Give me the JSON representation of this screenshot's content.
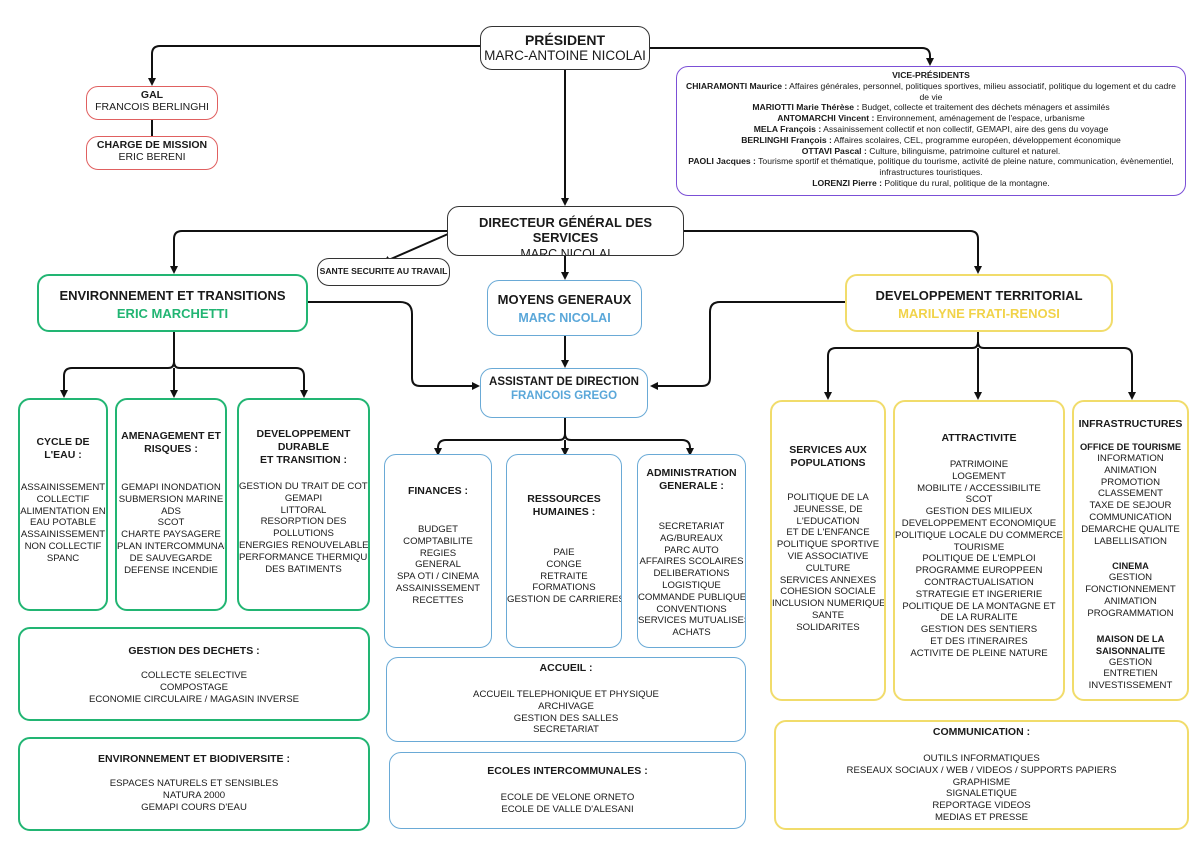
{
  "president": {
    "title": "PRÉSIDENT",
    "name": "MARC-ANTOINE NICOLAI"
  },
  "gal": {
    "title": "GAL",
    "name": "FRANCOIS BERLINGHI"
  },
  "charge": {
    "title": "CHARGE DE MISSION",
    "name": "ERIC BERENI"
  },
  "vp": {
    "title": "VICE-PRÉSIDENTS",
    "members": [
      {
        "name": "CHIARAMONTI Maurice :",
        "text": "Affaires générales, personnel, politiques sportives, milieu associatif, politique du logement et du cadre de vie"
      },
      {
        "name": "MARIOTTI Marie Thérèse :",
        "text": "Budget, collecte et traitement des déchets ménagers et assimilés"
      },
      {
        "name": "ANTOMARCHI Vincent :",
        "text": "Environnement, aménagement de l'espace, urbanisme"
      },
      {
        "name": "MELA François :",
        "text": "Assainissement collectif et non collectif, GEMAPI, aire des gens du voyage"
      },
      {
        "name": "BERLINGHI François :",
        "text": "Affaires scolaires, CEL, programme européen, développement économique"
      },
      {
        "name": "OTTAVI Pascal :",
        "text": "Culture, bilinguisme, patrimoine culturel et naturel."
      },
      {
        "name": "PAOLI Jacques :",
        "text": "Tourisme sportif et thématique, politique du tourisme, activité de pleine nature, communication, évènementiel, infrastructures touristiques."
      },
      {
        "name": "LORENZI Pierre :",
        "text": "Politique du rural, politique de la montagne."
      }
    ]
  },
  "dgs": {
    "title": "DIRECTEUR GÉNÉRAL DES SERVICES",
    "name": "MARC NICOLAI"
  },
  "sst": {
    "title": "SANTE SECURITE AU TRAVAIL"
  },
  "env": {
    "title": "ENVIRONNEMENT ET TRANSITIONS",
    "name": "ERIC MARCHETTI"
  },
  "moyens": {
    "title": "MOYENS GENERAUX",
    "name": "MARC NICOLAI"
  },
  "dev": {
    "title": "DEVELOPPEMENT TERRITORIAL",
    "name": "MARILYNE FRATI-RENOSI"
  },
  "assistant": {
    "title": "ASSISTANT DE DIRECTION",
    "name": "FRANCOIS GREGO"
  },
  "cycle": {
    "title": [
      "CYCLE DE",
      "L'EAU :"
    ],
    "items": [
      "ASSAINISSEMENT",
      "COLLECTIF",
      "ALIMENTATION EN",
      "EAU POTABLE",
      "ASSAINISSEMENT",
      "NON COLLECTIF",
      "SPANC"
    ]
  },
  "amenagement": {
    "title": [
      "AMENAGEMENT ET",
      "RISQUES :"
    ],
    "items": [
      "GEMAPI INONDATION",
      "SUBMERSION MARINE",
      "ADS",
      "SCOT",
      "CHARTE PAYSAGERE",
      "PLAN INTERCOMMUNAL",
      "DE SAUVEGARDE",
      "DEFENSE INCENDIE"
    ]
  },
  "devdurable": {
    "title": [
      "DEVELOPPEMENT",
      "DURABLE",
      "ET TRANSITION :"
    ],
    "items": [
      "GESTION DU TRAIT DE COTE /",
      "GEMAPI",
      "LITTORAL",
      "RESORPTION DES",
      "POLLUTIONS",
      "ENERGIES RENOUVELABLES",
      "PERFORMANCE THERMIQUE",
      "DES BATIMENTS"
    ]
  },
  "dechets": {
    "title": "GESTION DES DECHETS :",
    "items": [
      "COLLECTE SELECTIVE",
      "COMPOSTAGE",
      "ECONOMIE CIRCULAIRE / MAGASIN INVERSE"
    ]
  },
  "biodiv": {
    "title": "ENVIRONNEMENT ET BIODIVERSITE :",
    "items": [
      "ESPACES NATURELS ET SENSIBLES",
      "NATURA 2000",
      "GEMAPI COURS D'EAU"
    ]
  },
  "finances": {
    "title": [
      "FINANCES :"
    ],
    "items": [
      "BUDGET",
      "COMPTABILITE",
      "REGIES",
      "GENERAL",
      "SPA OTI / CINEMA",
      "ASSAINISSEMENT",
      "RECETTES"
    ]
  },
  "rh": {
    "title": [
      "RESSOURCES",
      "HUMAINES :"
    ],
    "items": [
      "PAIE",
      "CONGE",
      "RETRAITE",
      "FORMATIONS",
      "GESTION DE CARRIERES"
    ]
  },
  "admin": {
    "title": [
      "ADMINISTRATION",
      "GENERALE :"
    ],
    "items": [
      "SECRETARIAT",
      "AG/BUREAUX",
      "PARC AUTO",
      "AFFAIRES SCOLAIRES",
      "DELIBERATIONS",
      "LOGISTIQUE",
      "COMMANDE PUBLIQUE",
      "CONVENTIONS",
      "SERVICES MUTUALISES",
      "ACHATS"
    ]
  },
  "accueil": {
    "title": "ACCUEIL :",
    "items": [
      "ACCUEIL TELEPHONIQUE ET PHYSIQUE",
      "ARCHIVAGE",
      "GESTION DES SALLES",
      "SECRETARIAT"
    ]
  },
  "ecoles": {
    "title": "ECOLES INTERCOMMUNALES :",
    "items": [
      "ECOLE DE VELONE ORNETO",
      "ECOLE DE VALLE D'ALESANI"
    ]
  },
  "services": {
    "title": [
      "SERVICES AUX",
      "POPULATIONS"
    ],
    "items": [
      "POLITIQUE DE LA",
      "JEUNESSE, DE",
      "L'EDUCATION",
      "ET DE L'ENFANCE",
      "POLITIQUE SPORTIVE",
      "VIE ASSOCIATIVE",
      "CULTURE",
      "SERVICES ANNEXES",
      "COHESION SOCIALE",
      "INCLUSION NUMERIQUE",
      "SANTE",
      "SOLIDARITES"
    ]
  },
  "attract": {
    "title": [
      "ATTRACTIVITE"
    ],
    "items": [
      "PATRIMOINE",
      "LOGEMENT",
      "MOBILITE / ACCESSIBILITE",
      "SCOT",
      "GESTION DES MILIEUX",
      "DEVELOPPEMENT ECONOMIQUE",
      "POLITIQUE LOCALE DU COMMERCE",
      "TOURISME",
      "POLITIQUE DE L'EMPLOI",
      "PROGRAMME EUROPPEEN",
      "CONTRACTUALISATION",
      "STRATEGIE ET INGERIERIE",
      "POLITIQUE DE LA MONTAGNE ET",
      "DE LA RURALITE",
      "GESTION DES SENTIERS",
      "ET DES ITINERAIRES",
      "ACTIVITE DE PLEINE NATURE"
    ]
  },
  "infra": {
    "title": "INFRASTRUCTURES",
    "groups": [
      {
        "title": [
          "OFFICE DE TOURISME"
        ],
        "items": [
          "INFORMATION",
          "ANIMATION",
          "PROMOTION",
          "CLASSEMENT",
          "TAXE DE SEJOUR",
          "COMMUNICATION",
          "DEMARCHE QUALITE",
          "LABELLISATION"
        ]
      },
      {
        "title": [
          "CINEMA"
        ],
        "items": [
          "GESTION",
          "FONCTIONNEMENT",
          "ANIMATION",
          "PROGRAMMATION"
        ]
      },
      {
        "title": [
          "MAISON DE LA",
          "SAISONNALITE"
        ],
        "items": [
          "GESTION",
          "ENTRETIEN",
          "INVESTISSEMENT"
        ]
      }
    ]
  },
  "communication": {
    "title": "COMMUNICATION :",
    "items": [
      "OUTILS INFORMATIQUES",
      "RESEAUX SOCIAUX / WEB / VIDEOS / SUPPORTS PAPIERS",
      "GRAPHISME",
      "SIGNALETIQUE",
      "REPORTAGE VIDEOS",
      "MEDIAS ET PRESSE"
    ]
  }
}
